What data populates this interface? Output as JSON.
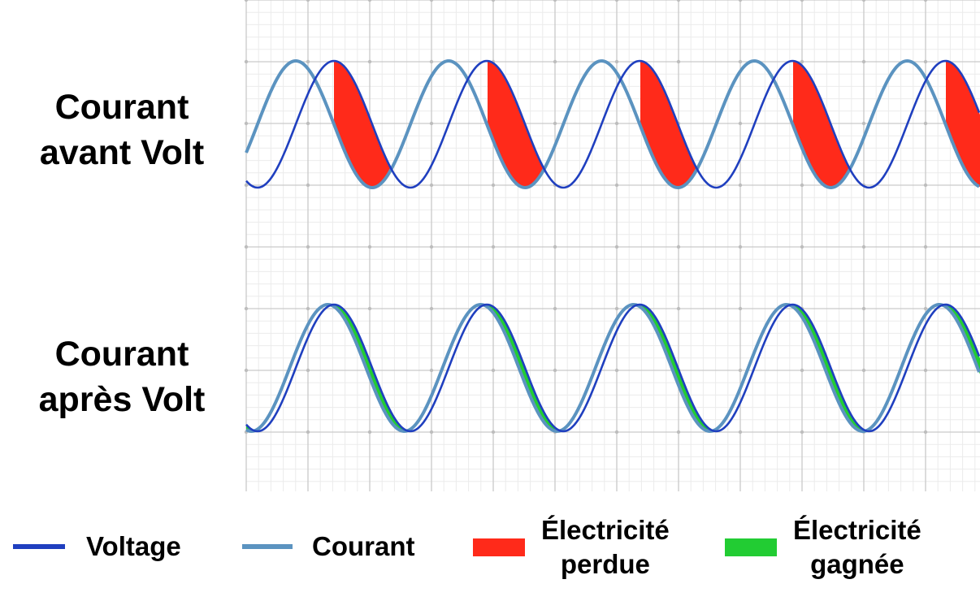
{
  "rows": [
    {
      "id": "lead",
      "label_lines": [
        "Courant",
        "avant Volt"
      ]
    },
    {
      "id": "lag",
      "label_lines": [
        "Courant",
        "après Volt"
      ]
    }
  ],
  "legend": [
    {
      "key": "voltage",
      "lines": [
        "Voltage"
      ]
    },
    {
      "key": "courant",
      "lines": [
        "Courant"
      ]
    },
    {
      "key": "perdue",
      "lines": [
        "Électricité",
        "perdue"
      ]
    },
    {
      "key": "gagnee",
      "lines": [
        "Électricité",
        "gagnée"
      ]
    }
  ],
  "colors": {
    "voltage": "#1f3fbf",
    "courant": "#5b93c0",
    "perdue": "#ff2a1a",
    "gagnee": "#22cc33",
    "grid_major": "#c9c9c9",
    "grid_minor": "#ebebeb",
    "grid_dot": "#bdbdbd"
  },
  "waves": {
    "periods_shown": 4.8,
    "lead_phase_shift_cycles": 0.25,
    "lag_phase_shift_cycles": 0.04
  }
}
